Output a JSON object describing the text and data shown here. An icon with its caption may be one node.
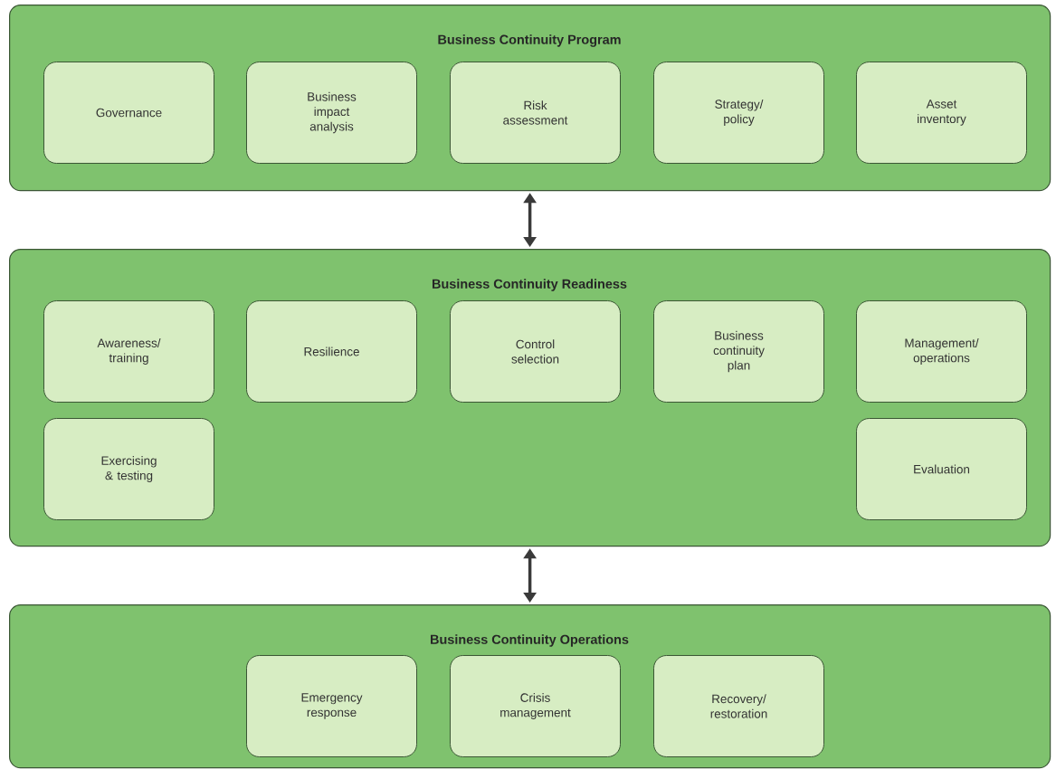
{
  "diagram": {
    "nodes": [
      {
        "text": [
          "Business Continuity Program"
        ]
      },
      {
        "text": [
          "Governance"
        ],
        "in": 0
      },
      {
        "text": [
          "Business impact analysis"
        ],
        "in": 0
      },
      {
        "text": [
          "Risk assessment"
        ],
        "in": 0
      },
      {
        "text": [
          "Strategy/ policy"
        ],
        "in": 0
      },
      {
        "text": [
          "Asset inventory"
        ],
        "in": 0
      },
      {
        "text": [
          "Business Continuity Readiness"
        ]
      },
      {
        "text": [
          "Awareness/ training"
        ],
        "in": 6
      },
      {
        "text": [
          "Resilience"
        ],
        "in": 6
      },
      {
        "text": [
          "Control selection"
        ],
        "in": 6
      },
      {
        "text": [
          "Business continuity plan"
        ],
        "in": 6
      },
      {
        "text": [
          "Management/ operations"
        ],
        "in": 6
      },
      {
        "text": [
          "Exercising & testing"
        ],
        "in": 6
      },
      {
        "text": [
          "Evaluation"
        ],
        "in": 6
      },
      {
        "text": [
          "Business Continuity Operations"
        ]
      },
      {
        "text": [
          "Emergency response"
        ],
        "in": 14
      },
      {
        "text": [
          "Crisis management"
        ],
        "in": 14
      },
      {
        "text": [
          "Recovery/ restoration"
        ],
        "in": 14
      }
    ],
    "edges": [
      {
        "from": 0,
        "to": 6,
        "arrow": "both"
      },
      {
        "from": 6,
        "to": 14,
        "arrow": "both"
      }
    ]
  }
}
